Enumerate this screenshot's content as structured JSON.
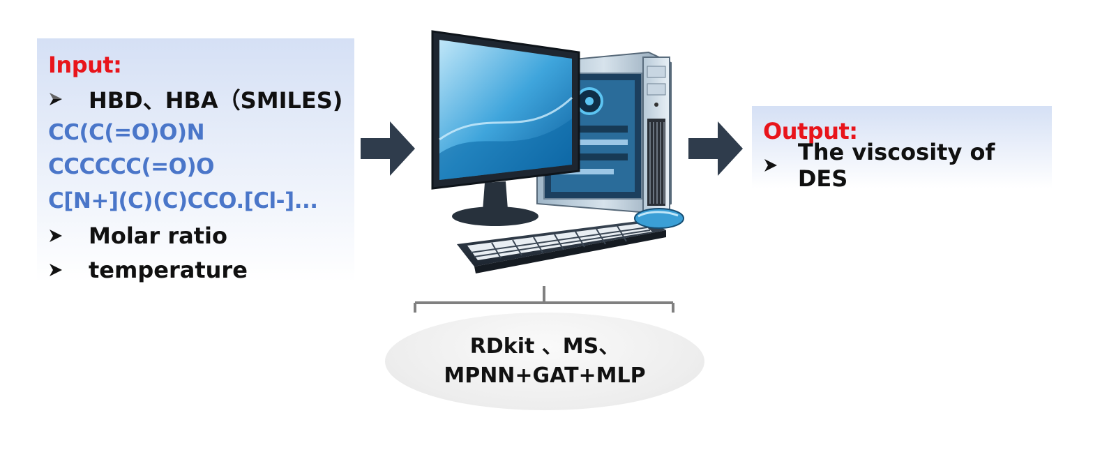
{
  "input": {
    "heading": "Input:",
    "bullet1": "HBD、HBA（SMILES)",
    "smiles": [
      "CC(C(=O)O)N",
      "CCCCCC(=O)O",
      "C[N+](C)(C)CCO.[Cl-]..."
    ],
    "bullet2": "Molar ratio",
    "bullet3": "temperature"
  },
  "output": {
    "heading": "Output:",
    "bullet1": "The viscosity of DES"
  },
  "method": {
    "line1": "RDkit 、MS、",
    "line2": "MPNN+GAT+MLP"
  },
  "colors": {
    "heading": "#e8141b",
    "smiles": "#4a76c9",
    "arrow": "#2f3c4c"
  },
  "icons": [
    "bullet-arrow-icon",
    "right-arrow-icon",
    "computer-icon"
  ]
}
